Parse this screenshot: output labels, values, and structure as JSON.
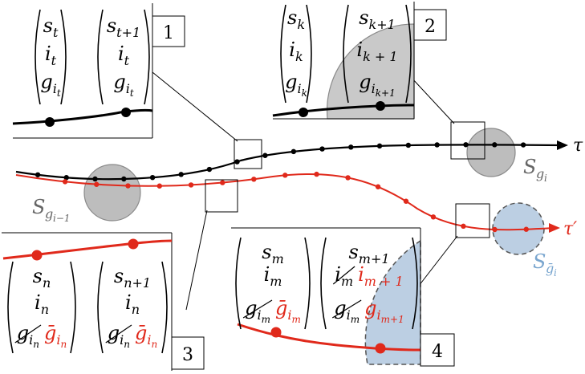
{
  "colors": {
    "trajectory_tau": "#000000",
    "trajectory_tau_prime": "#e0291b",
    "goal_region_gray": "#aaaaaa",
    "goal_region_blue": "#9db6d1",
    "box_border": "#000000"
  },
  "trajectories": {
    "tau": {
      "label": "τ"
    },
    "tau_prime": {
      "label": "τ′"
    }
  },
  "regions": {
    "g_i_minus_1": {
      "label_base": "S",
      "label_sub": "g",
      "label_subsub": "i−1"
    },
    "g_i": {
      "label_base": "S",
      "label_sub": "g",
      "label_subsub": "i"
    },
    "g_bar_i": {
      "label_base": "S",
      "label_sub": "ḡ",
      "label_subsub": "i"
    }
  },
  "callouts": [
    {
      "number": "1",
      "columns": [
        {
          "rows": [
            "s_t",
            "i_t",
            "g_{i_t}"
          ]
        },
        {
          "rows": [
            "s_{t+1}",
            "i_t",
            "g_{i_t}"
          ]
        }
      ]
    },
    {
      "number": "2",
      "columns": [
        {
          "rows": [
            "s_k",
            "i_k",
            "g_{i_k}"
          ]
        },
        {
          "rows": [
            "s_{k+1}",
            "i_k + 1",
            "g_{i_{k+1}}"
          ]
        }
      ]
    },
    {
      "number": "3",
      "columns": [
        {
          "rows": [
            "s_n",
            "i_n",
            "g_{i_n} → ḡ_{i_n}"
          ]
        },
        {
          "rows": [
            "s_{n+1}",
            "i_n",
            "g_{i_n} → ḡ_{i_n}"
          ]
        }
      ]
    },
    {
      "number": "4",
      "columns": [
        {
          "rows": [
            "s_m",
            "i_m",
            "g_{i_m} → ḡ_{i_m}"
          ]
        },
        {
          "rows": [
            "s_{m+1}",
            "i_m → i_m + 1",
            "g_{i_m} → g_{i_{m+1}}"
          ]
        }
      ]
    }
  ]
}
